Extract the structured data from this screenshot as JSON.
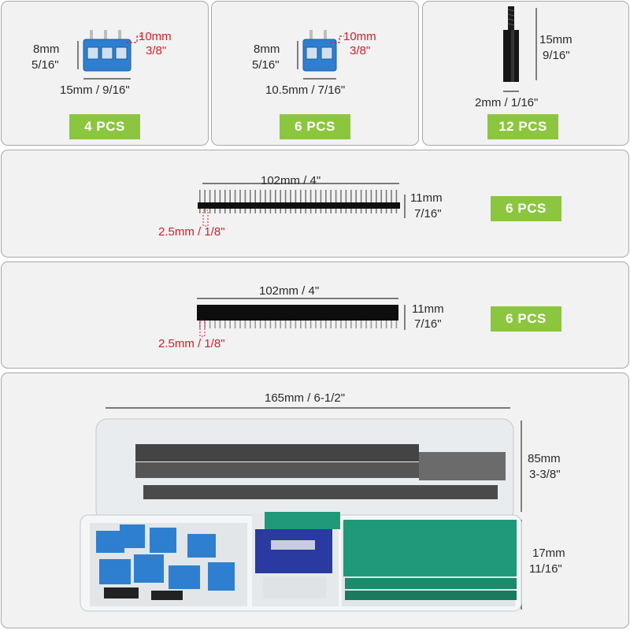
{
  "terminal_3pin": {
    "height_mm": "8mm",
    "height_in": "5/16\"",
    "pitch_mm": "10mm",
    "pitch_in": "3/8\"",
    "width_label": "15mm / 9/16\"",
    "quantity": "4 PCS"
  },
  "terminal_2pin": {
    "height_mm": "8mm",
    "height_in": "5/16\"",
    "pitch_mm": "10mm",
    "pitch_in": "3/8\"",
    "width_label": "10.5mm / 7/16\"",
    "quantity": "6 PCS"
  },
  "standoff": {
    "height_mm": "15mm",
    "height_in": "9/16\"",
    "width_label": "2mm / 1/16\"",
    "quantity": "12 PCS"
  },
  "male_header": {
    "length_label": "102mm / 4\"",
    "height_mm": "11mm",
    "height_in": "7/16\"",
    "pitch_label": "2.5mm / 1/8\"",
    "quantity": "6 PCS"
  },
  "female_header": {
    "length_label": "102mm / 4\"",
    "height_mm": "11mm",
    "height_in": "7/16\"",
    "pitch_label": "2.5mm / 1/8\"",
    "quantity": "6 PCS"
  },
  "storage_box": {
    "length_label": "165mm / 6-1/2\"",
    "lid_height_mm": "85mm",
    "lid_height_in": "3-3/8\"",
    "base_height_mm": "17mm",
    "base_height_in": "11/16\""
  },
  "colors": {
    "panel_bg": "#f2f2f2",
    "panel_border": "#a9a9a9",
    "badge": "#8cc63f",
    "terminal_blue": "#2f7fd0",
    "red_dimension": "#d0202a",
    "header_black": "#111111",
    "pcb_green": "#1e9a78"
  }
}
